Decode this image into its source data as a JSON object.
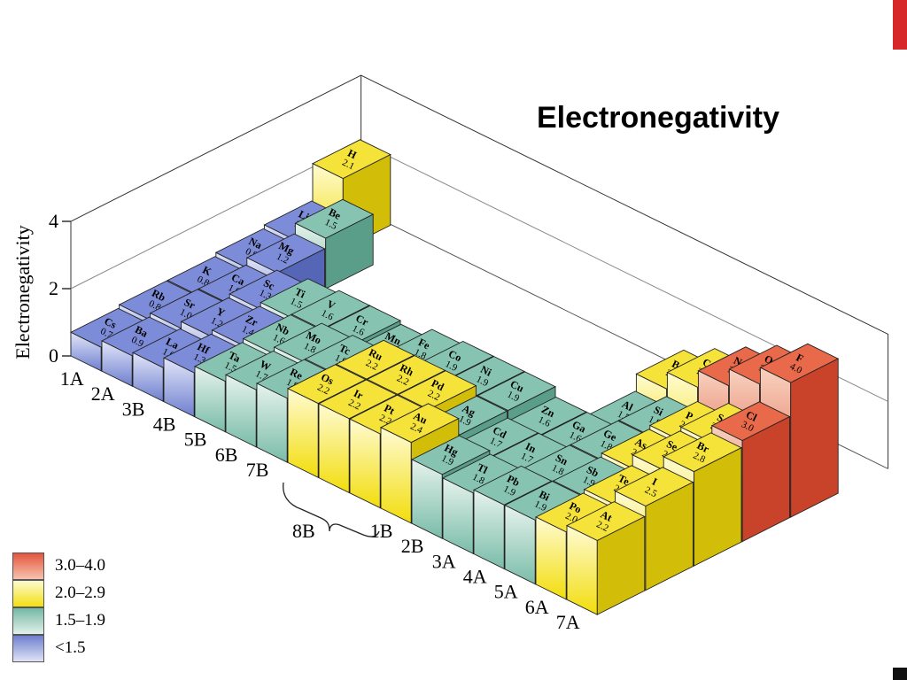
{
  "title": "Electronegativity",
  "legend": [
    {
      "label": "3.0–4.0",
      "color": "#e2573c",
      "light": "#f6c2ae"
    },
    {
      "label": "2.0–2.9",
      "color": "#f3df12",
      "light": "#fdfbd0"
    },
    {
      "label": "1.5–1.9",
      "color": "#74b8a4",
      "light": "#e2f1ea"
    },
    {
      "label": "<1.5",
      "color": "#6e7fcf",
      "light": "#dfe3f6"
    }
  ],
  "chart_data": {
    "type": "bar3d",
    "title": "Electronegativity",
    "ylabel": "Electronegativity",
    "ylim": [
      0,
      4
    ],
    "yticks": [
      "0",
      "2",
      "4"
    ],
    "group_labels": [
      "1A",
      "2A",
      "3B",
      "4B",
      "5B",
      "6B",
      "7B",
      "8B",
      "1B",
      "2B",
      "3A",
      "4A",
      "5A",
      "6A",
      "7A"
    ],
    "elements": [
      {
        "symbol": "H",
        "value": "2.1",
        "group": 0,
        "period": 0,
        "en": 2.1
      },
      {
        "symbol": "Li",
        "value": "1.0",
        "group": 0,
        "period": 1,
        "en": 1.0
      },
      {
        "symbol": "Be",
        "value": "1.5",
        "group": 1,
        "period": 1,
        "en": 1.5
      },
      {
        "symbol": "B",
        "value": "2.0",
        "group": 12,
        "period": 1,
        "en": 2.0
      },
      {
        "symbol": "C",
        "value": "2.5",
        "group": 13,
        "period": 1,
        "en": 2.5
      },
      {
        "symbol": "N",
        "value": "3.0",
        "group": 14,
        "period": 1,
        "en": 3.0
      },
      {
        "symbol": "O",
        "value": "3.5",
        "group": 15,
        "period": 1,
        "en": 3.5
      },
      {
        "symbol": "F",
        "value": "4.0",
        "group": 16,
        "period": 1,
        "en": 4.0
      },
      {
        "symbol": "Na",
        "value": "0.9",
        "group": 0,
        "period": 2,
        "en": 0.9
      },
      {
        "symbol": "Mg",
        "value": "1.2",
        "group": 1,
        "period": 2,
        "en": 1.2
      },
      {
        "symbol": "Al",
        "value": "1.5",
        "group": 12,
        "period": 2,
        "en": 1.5
      },
      {
        "symbol": "Si",
        "value": "1.8",
        "group": 13,
        "period": 2,
        "en": 1.8
      },
      {
        "symbol": "P",
        "value": "2.1",
        "group": 14,
        "period": 2,
        "en": 2.1
      },
      {
        "symbol": "S",
        "value": "2.5",
        "group": 15,
        "period": 2,
        "en": 2.5
      },
      {
        "symbol": "Cl",
        "value": "3.0",
        "group": 16,
        "period": 2,
        "en": 3.0
      },
      {
        "symbol": "K",
        "value": "0.8",
        "group": 0,
        "period": 3,
        "en": 0.8
      },
      {
        "symbol": "Ca",
        "value": "1.0",
        "group": 1,
        "period": 3,
        "en": 1.0
      },
      {
        "symbol": "Sc",
        "value": "1.3",
        "group": 2,
        "period": 3,
        "en": 1.3
      },
      {
        "symbol": "Ti",
        "value": "1.5",
        "group": 3,
        "period": 3,
        "en": 1.5
      },
      {
        "symbol": "V",
        "value": "1.6",
        "group": 4,
        "period": 3,
        "en": 1.6
      },
      {
        "symbol": "Cr",
        "value": "1.6",
        "group": 5,
        "period": 3,
        "en": 1.6
      },
      {
        "symbol": "Mn",
        "value": "1.5",
        "group": 6,
        "period": 3,
        "en": 1.5
      },
      {
        "symbol": "Fe",
        "value": "1.8",
        "group": 7,
        "period": 3,
        "en": 1.8
      },
      {
        "symbol": "Co",
        "value": "1.9",
        "group": 8,
        "period": 3,
        "en": 1.9
      },
      {
        "symbol": "Ni",
        "value": "1.9",
        "group": 9,
        "period": 3,
        "en": 1.9
      },
      {
        "symbol": "Cu",
        "value": "1.9",
        "group": 10,
        "period": 3,
        "en": 1.9
      },
      {
        "symbol": "Zn",
        "value": "1.6",
        "group": 11,
        "period": 3,
        "en": 1.6
      },
      {
        "symbol": "Ga",
        "value": "1.6",
        "group": 12,
        "period": 3,
        "en": 1.6
      },
      {
        "symbol": "Ge",
        "value": "1.8",
        "group": 13,
        "period": 3,
        "en": 1.8
      },
      {
        "symbol": "As",
        "value": "2.0",
        "group": 14,
        "period": 3,
        "en": 2.0
      },
      {
        "symbol": "Se",
        "value": "2.4",
        "group": 15,
        "period": 3,
        "en": 2.4
      },
      {
        "symbol": "Br",
        "value": "2.8",
        "group": 16,
        "period": 3,
        "en": 2.8
      },
      {
        "symbol": "Rb",
        "value": "0.8",
        "group": 0,
        "period": 4,
        "en": 0.8
      },
      {
        "symbol": "Sr",
        "value": "1.0",
        "group": 1,
        "period": 4,
        "en": 1.0
      },
      {
        "symbol": "Y",
        "value": "1.2",
        "group": 2,
        "period": 4,
        "en": 1.2
      },
      {
        "symbol": "Zr",
        "value": "1.4",
        "group": 3,
        "period": 4,
        "en": 1.4
      },
      {
        "symbol": "Nb",
        "value": "1.6",
        "group": 4,
        "period": 4,
        "en": 1.6
      },
      {
        "symbol": "Mo",
        "value": "1.8",
        "group": 5,
        "period": 4,
        "en": 1.8
      },
      {
        "symbol": "Tc",
        "value": "1.9",
        "group": 6,
        "period": 4,
        "en": 1.9
      },
      {
        "symbol": "Ru",
        "value": "2.2",
        "group": 7,
        "period": 4,
        "en": 2.2
      },
      {
        "symbol": "Rh",
        "value": "2.2",
        "group": 8,
        "period": 4,
        "en": 2.2
      },
      {
        "symbol": "Pd",
        "value": "2.2",
        "group": 9,
        "period": 4,
        "en": 2.2
      },
      {
        "symbol": "Ag",
        "value": "1.9",
        "group": 10,
        "period": 4,
        "en": 1.9
      },
      {
        "symbol": "Cd",
        "value": "1.7",
        "group": 11,
        "period": 4,
        "en": 1.7
      },
      {
        "symbol": "In",
        "value": "1.7",
        "group": 12,
        "period": 4,
        "en": 1.7
      },
      {
        "symbol": "Sn",
        "value": "1.8",
        "group": 13,
        "period": 4,
        "en": 1.8
      },
      {
        "symbol": "Sb",
        "value": "1.9",
        "group": 14,
        "period": 4,
        "en": 1.9
      },
      {
        "symbol": "Te",
        "value": "2.1",
        "group": 15,
        "period": 4,
        "en": 2.1
      },
      {
        "symbol": "I",
        "value": "2.5",
        "group": 16,
        "period": 4,
        "en": 2.5
      },
      {
        "symbol": "Cs",
        "value": "0.7",
        "group": 0,
        "period": 5,
        "en": 0.7
      },
      {
        "symbol": "Ba",
        "value": "0.9",
        "group": 1,
        "period": 5,
        "en": 0.9
      },
      {
        "symbol": "La",
        "value": "1.0",
        "group": 2,
        "period": 5,
        "en": 1.0
      },
      {
        "symbol": "Hf",
        "value": "1.3",
        "group": 3,
        "period": 5,
        "en": 1.3
      },
      {
        "symbol": "Ta",
        "value": "1.5",
        "group": 4,
        "period": 5,
        "en": 1.5
      },
      {
        "symbol": "W",
        "value": "1.7",
        "group": 5,
        "period": 5,
        "en": 1.7
      },
      {
        "symbol": "Re",
        "value": "1.9",
        "group": 6,
        "period": 5,
        "en": 1.9
      },
      {
        "symbol": "Os",
        "value": "2.2",
        "group": 7,
        "period": 5,
        "en": 2.2
      },
      {
        "symbol": "Ir",
        "value": "2.2",
        "group": 8,
        "period": 5,
        "en": 2.2
      },
      {
        "symbol": "Pt",
        "value": "2.2",
        "group": 9,
        "period": 5,
        "en": 2.2
      },
      {
        "symbol": "Au",
        "value": "2.4",
        "group": 10,
        "period": 5,
        "en": 2.4
      },
      {
        "symbol": "Hg",
        "value": "1.9",
        "group": 11,
        "period": 5,
        "en": 1.9
      },
      {
        "symbol": "Tl",
        "value": "1.8",
        "group": 12,
        "period": 5,
        "en": 1.8
      },
      {
        "symbol": "Pb",
        "value": "1.9",
        "group": 13,
        "period": 5,
        "en": 1.9
      },
      {
        "symbol": "Bi",
        "value": "1.9",
        "group": 14,
        "period": 5,
        "en": 1.9
      },
      {
        "symbol": "Po",
        "value": "2.0",
        "group": 15,
        "period": 5,
        "en": 2.0
      },
      {
        "symbol": "At",
        "value": "2.2",
        "group": 16,
        "period": 5,
        "en": 2.2
      }
    ]
  }
}
